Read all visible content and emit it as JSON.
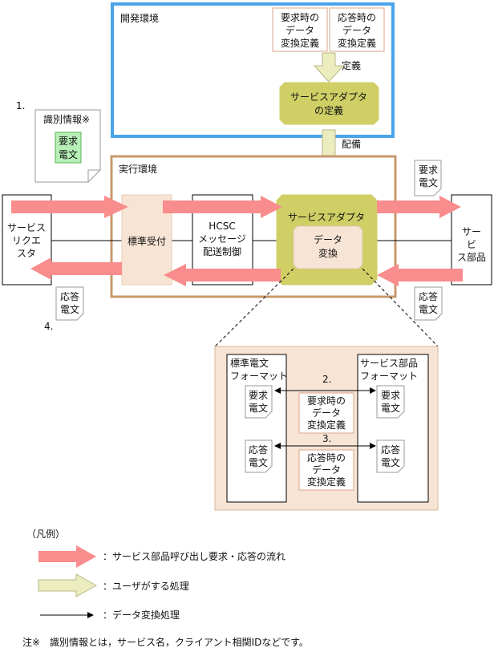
{
  "dev_env": {
    "title": "開発環境",
    "req_def": [
      "要求時の",
      "データ",
      "変換定義"
    ],
    "res_def": [
      "応答時の",
      "データ",
      "変換定義"
    ],
    "define_label": "定義",
    "adapter_def": [
      "サービスアダプタ",
      "の定義"
    ]
  },
  "deploy_label": "配備",
  "step1": "1.",
  "id_info": {
    "title": "識別情報※",
    "doc": [
      "要求",
      "電文"
    ]
  },
  "run_env": {
    "title": "実行環境",
    "std_receiver": "標準受付",
    "hcsc": [
      "HCSC",
      "メッセージ",
      "配送制御"
    ],
    "adapter": "サービスアダプタ",
    "data_conv": [
      "データ",
      "変換"
    ]
  },
  "requester": [
    "サービス",
    "リクエ",
    "スタ"
  ],
  "service_part": [
    "サー",
    "ビ",
    "ス部品"
  ],
  "req_doc": [
    "要求",
    "電文"
  ],
  "res_doc": [
    "応答",
    "電文"
  ],
  "step4": "4.",
  "detail": {
    "std_format": [
      "標準電文",
      "フォーマット"
    ],
    "svc_format": [
      "サービス部品",
      "フォーマット"
    ],
    "step2": "2.",
    "step3": "3.",
    "req_def": [
      "要求時の",
      "データ",
      "変換定義"
    ],
    "res_def": [
      "応答時の",
      "データ",
      "変換定義"
    ],
    "req_doc": [
      "要求",
      "電文"
    ],
    "res_doc": [
      "応答",
      "電文"
    ]
  },
  "legend": {
    "title": "（凡例）",
    "pink": "：サービス部品呼び出し要求・応答の流れ",
    "yellow": "：ユーザがする処理",
    "line": "：データ変換処理"
  },
  "note": "注※　識別情報とは，サービス名，クライアント相関IDなどです。",
  "colors": {
    "pink_arrow": "#f98c8c",
    "yellow_arrow": "#ebedbf",
    "adapter_olive": "#cfcf66",
    "peach": "#f7e4d4",
    "tan_border": "#c9986c",
    "blue_border": "#4aa4ea",
    "doc_green": "#b6f0b6"
  }
}
